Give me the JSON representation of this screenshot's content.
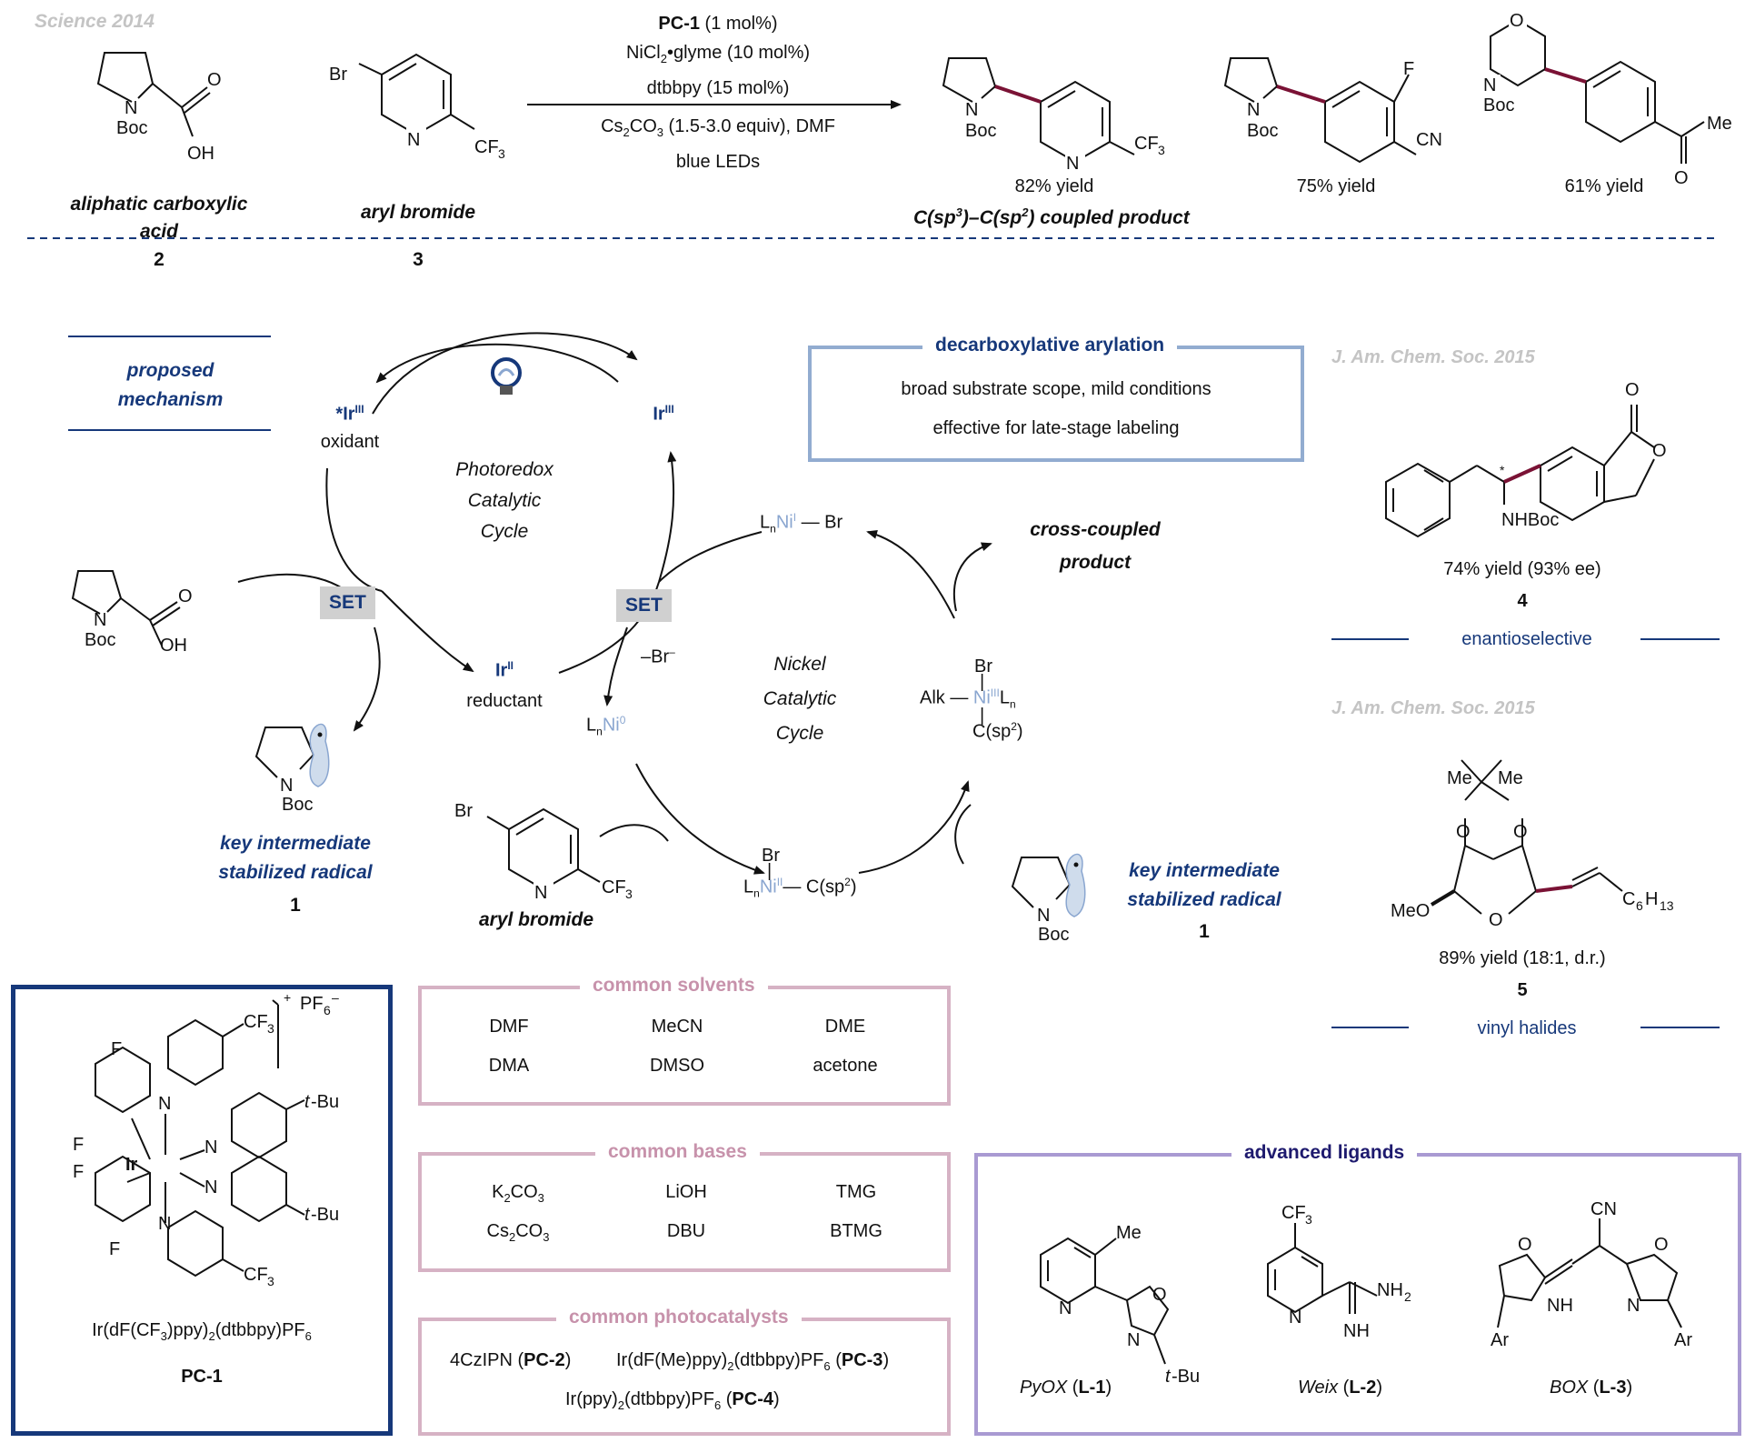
{
  "top": {
    "source": "Science 2014",
    "conditions": {
      "pc": "PC-1",
      "pc_load": " (1 mol%)",
      "ni_a": "NiCl",
      "ni_sub": "2",
      "ni_b": "•glyme (10 mol%)",
      "ligand": "dtbbpy (15 mol%)",
      "base": "Cs",
      "base_sub": "2",
      "base_b": "CO",
      "base_sub2": "3",
      "base_c": " (1.5-3.0 equiv), DMF",
      "light": "blue LEDs"
    },
    "sm1": {
      "label_l1": "aliphatic carboxylic",
      "label_l2": "acid",
      "number": "2"
    },
    "sm2": {
      "label": "aryl bromide",
      "number": "3"
    },
    "products": [
      {
        "yield": "82% yield"
      },
      {
        "yield": "75% yield"
      },
      {
        "yield": "61% yield"
      }
    ],
    "product_caption_a": "C(sp",
    "product_caption_sup1": "3",
    "product_caption_b": ")–C(sp",
    "product_caption_sup2": "2",
    "product_caption_c": ") coupled product"
  },
  "mechanism": {
    "heading_l1": "proposed",
    "heading_l2": "mechanism",
    "photoredox_l1": "Photoredox",
    "photoredox_l2": "Catalytic",
    "photoredox_l3": "Cycle",
    "nickel_l1": "Nickel",
    "nickel_l2": "Catalytic",
    "nickel_l3": "Cycle",
    "ir_excited": "*Ir",
    "ir_excited_sup": "III",
    "oxidant": "oxidant",
    "ir_ground": "Ir",
    "ir_ground_sup": "III",
    "ir_reduced": "Ir",
    "ir_reduced_sup": "II",
    "reductant": "reductant",
    "set": "SET",
    "bromide": "–Br",
    "bromide_sup": "–",
    "intermediate_l1": "key intermediate",
    "intermediate_l2": "stabilized radical",
    "intermediate_number": "1",
    "aryl_bromide": "aryl bromide",
    "cross_l1": "cross-coupled",
    "cross_l2": "product"
  },
  "highlight": {
    "title": "decarboxylative arylation",
    "line1": "broad substrate scope, mild conditions",
    "line2": "effective for late-stage labeling"
  },
  "right": {
    "source1": "J. Am. Chem. Soc. 2015",
    "yield4": "74% yield (93% ee)",
    "number4": "4",
    "tag1": "enantioselective",
    "source2": "J. Am. Chem. Soc. 2015",
    "yield5": "89% yield (18:1, d.r.)",
    "number5": "5",
    "tag2": "vinyl halides"
  },
  "catalyst": {
    "name_a": "Ir(dF(CF",
    "name_sub1": "3",
    "name_b": ")ppy)",
    "name_sub2": "2",
    "name_c": "(dtbbpy)PF",
    "name_sub3": "6",
    "label": "PC-1"
  },
  "solvents": {
    "title": "common solvents",
    "row1": [
      "DMF",
      "MeCN",
      "DME"
    ],
    "row2": [
      "DMA",
      "DMSO",
      "acetone"
    ]
  },
  "bases": {
    "title": "common bases",
    "k2co3_a": "K",
    "k2co3_s1": "2",
    "k2co3_b": "CO",
    "k2co3_s2": "3",
    "cs2co3_a": "Cs",
    "cs2co3_s1": "2",
    "cs2co3_b": "CO",
    "cs2co3_s2": "3",
    "lioh": "LiOH",
    "dbu": "DBU",
    "tmg": "TMG",
    "btmg": "BTMG"
  },
  "photocats": {
    "title": "common photocatalysts",
    "pc2_a": "4CzIPN (",
    "pc2_b": "PC-2",
    "pc2_c": ")",
    "pc3_a": "Ir(dF(Me)ppy)",
    "pc3_s1": "2",
    "pc3_b": "(dtbbpy)PF",
    "pc3_s2": "6",
    "pc3_c": " (",
    "pc3_d": "PC-3",
    "pc3_e": ")",
    "pc4_a": "Ir(ppy)",
    "pc4_s1": "2",
    "pc4_b": "(dtbbpy)PF",
    "pc4_s2": "6",
    "pc4_c": " (",
    "pc4_d": "PC-4",
    "pc4_e": ")"
  },
  "ligands": {
    "title": "advanced ligands",
    "l1_name": "PyOX",
    "l1_a": " (",
    "l1_b": "L-1",
    "l1_c": ")",
    "l2_name": "Weix",
    "l2_a": " (",
    "l2_b": "L-2",
    "l2_c": ")",
    "l3_name": "BOX",
    "l3_a": " (",
    "l3_b": "L-3",
    "l3_c": ")"
  },
  "colors": {
    "navy": "#16387a",
    "pink": "#c792ab",
    "lightblue": "#92acd0",
    "purple": "#a99ad2",
    "bond_highlight": "#7a1235",
    "ni_blue": "#8aa6d0"
  }
}
